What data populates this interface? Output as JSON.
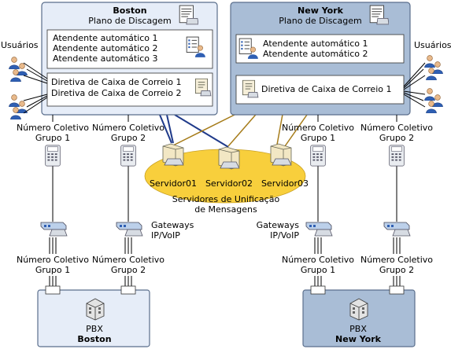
{
  "users_label": "Usuários",
  "boston": {
    "name": "Boston",
    "dial_plan": "Plano de Discagem",
    "attendants": [
      "Atendente automático 1",
      "Atendente automático 2",
      "Atendente automático 3"
    ],
    "mailbox_policies": [
      "Diretiva de Caixa de Correio 1",
      "Diretiva de Caixa de Correio 2"
    ],
    "hunt_groups_top": [
      [
        "Número Coletivo",
        "Grupo 1"
      ],
      [
        "Número Coletivo",
        "Grupo 2"
      ]
    ],
    "hunt_groups_bottom": [
      [
        "Número Coletivo",
        "Grupo 1"
      ],
      [
        "Número Coletivo",
        "Grupo 2"
      ]
    ],
    "pbx_label": "PBX",
    "pbx_name": "Boston"
  },
  "newyork": {
    "name": "New York",
    "dial_plan": "Plano de Discagem",
    "attendants": [
      "Atendente automático 1",
      "Atendente automático 2"
    ],
    "mailbox_policies": [
      "Diretiva de Caixa de Correio 1"
    ],
    "hunt_groups_top": [
      [
        "Número Coletivo",
        "Grupo 1"
      ],
      [
        "Número Coletivo",
        "Grupo 2"
      ]
    ],
    "hunt_groups_bottom": [
      [
        "Número Coletivo",
        "Grupo 1"
      ],
      [
        "Número Coletivo",
        "Grupo 2"
      ]
    ],
    "pbx_label": "PBX",
    "pbx_name": "New York"
  },
  "servers": [
    "Servidor01",
    "Servidor02",
    "Servidor03"
  ],
  "servers_group": [
    "Servidores de Unificação",
    "de Mensagens"
  ],
  "gateways": [
    "Gateways",
    "IP/VoIP"
  ],
  "colors": {
    "boston_bg": "#e6edf8",
    "newyork_bg": "#a9bdd6",
    "border": "#5a6e8c",
    "ellipse": "#f8cf3c",
    "boston_link": "#1f3a8a",
    "newyork_link": "#a67c1a"
  }
}
